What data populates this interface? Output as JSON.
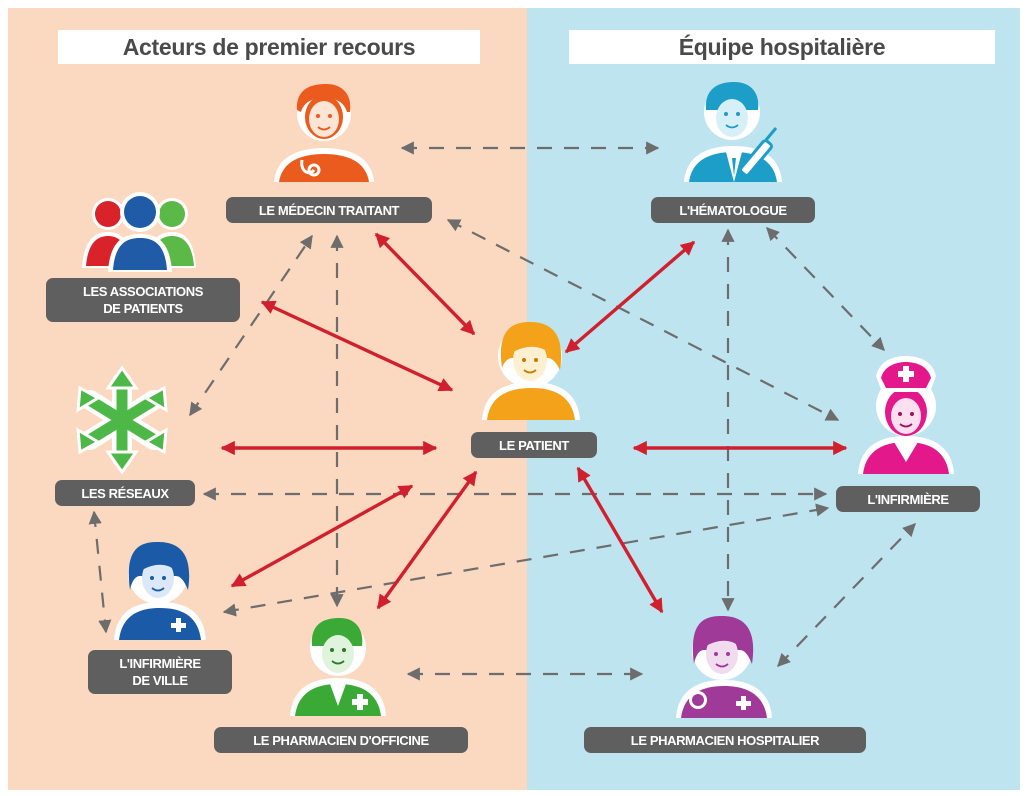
{
  "titles": {
    "left": "Acteurs de premier recours",
    "right": "Équipe hospitalière"
  },
  "colors": {
    "left_bg": "#fbd8c0",
    "right_bg": "#bee4ef",
    "label_bg": "#5f5f5f",
    "strong_arrow": "#d0202e",
    "dashed_arrow": "#6d6d6d"
  },
  "nodes": {
    "medecin": {
      "line1": "LE MÉDECIN TRAITANT",
      "line2": "",
      "color": "#ea5b1d",
      "icon": "doctor-stethoscope-icon"
    },
    "hematologue": {
      "line1": "L'HÉMATOLOGUE",
      "line2": "",
      "color": "#1c9ec8",
      "icon": "doctor-syringe-icon"
    },
    "associations": {
      "line1": "LES ASSOCIATIONS",
      "line2": "DE PATIENTS",
      "color": "#1f5ba6",
      "icon": "group-people-icon"
    },
    "patient": {
      "line1": "LE PATIENT",
      "line2": "",
      "color": "#f4a21a",
      "icon": "patient-woman-icon"
    },
    "infirmiere": {
      "line1": "L'INFIRMIÈRE",
      "line2": "",
      "color": "#e2188b",
      "icon": "nurse-cap-icon"
    },
    "reseaux": {
      "line1": "LES RÉSEAUX",
      "line2": "",
      "color": "#4db848",
      "icon": "network-arrows-icon"
    },
    "infville": {
      "line1": "L'INFIRMIÈRE",
      "line2": "DE VILLE",
      "color": "#1a5aa6",
      "icon": "nurse-cross-icon"
    },
    "pharmofficine": {
      "line1": "LE PHARMACIEN D'OFFICINE",
      "line2": "",
      "color": "#3aa935",
      "icon": "pharmacist-cross-icon"
    },
    "pharmhosp": {
      "line1": "LE PHARMACIEN HOSPITALIER",
      "line2": "",
      "color": "#a03a99",
      "icon": "pharmacist-pills-icon"
    }
  }
}
